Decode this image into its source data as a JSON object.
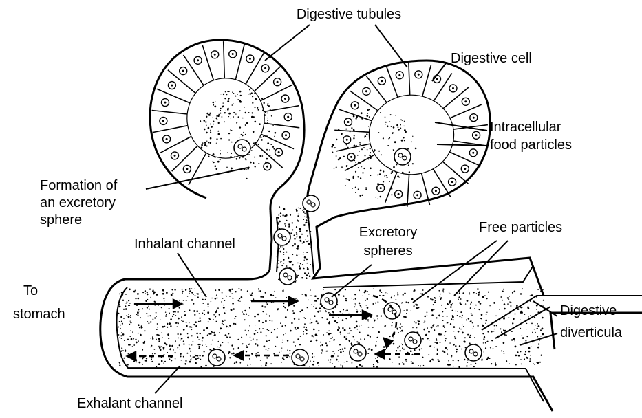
{
  "labels": {
    "digestive_tubules": "Digestive tubules",
    "digestive_cell": "Digestive cell",
    "intracellular": [
      "Intracellular",
      "food particles"
    ],
    "formation": [
      "Formation of",
      "an excretory",
      "sphere"
    ],
    "inhalant_channel": "Inhalant channel",
    "excretory_spheres": [
      "Excretory",
      "spheres"
    ],
    "free_particles": "Free particles",
    "to_stomach": [
      "To",
      "stomach"
    ],
    "digestive_diverticula": [
      "Digestive",
      "diverticula"
    ],
    "exhalant_channel": "Exhalant channel"
  },
  "colors": {
    "ink": "#000000",
    "paper": "#ffffff"
  }
}
